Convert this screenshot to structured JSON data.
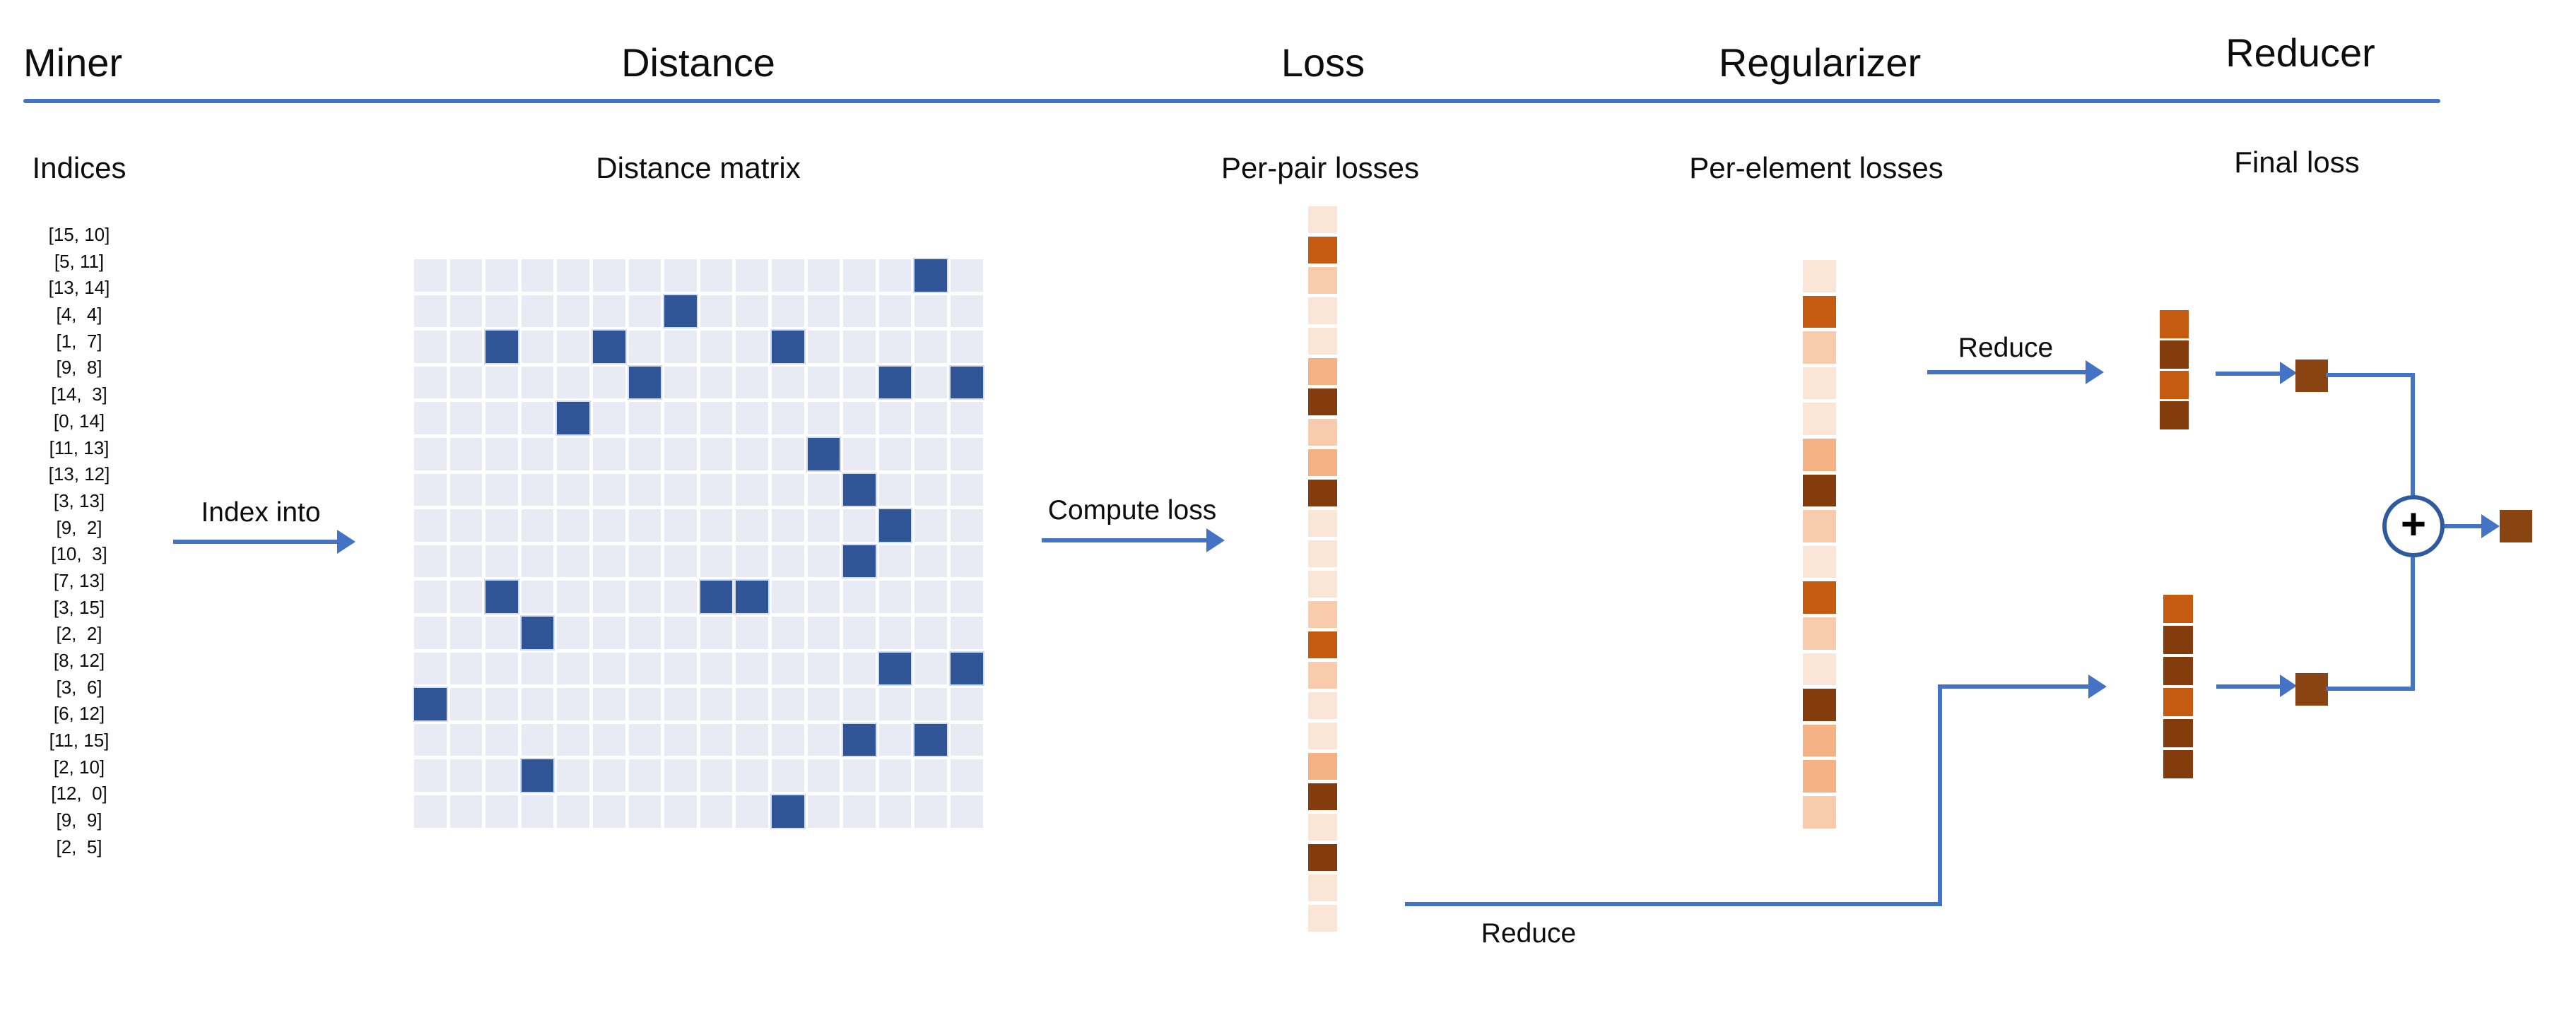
{
  "palette": {
    "blue_line": "#4472C4",
    "arrow": "#4472C4",
    "plus_circle_stroke": "#2E5B9E",
    "matrix_light": "#E9EBF4",
    "matrix_dark": "#2F5596",
    "square_brown": "#8A4412",
    "orange_levels": {
      "L0": "#FBE5D6",
      "L1": "#F8CBAD",
      "L2": "#F4B183",
      "L3": "#ED7D31",
      "L4": "#C55A11",
      "L5": "#843C0C"
    }
  },
  "header": {
    "sections": [
      "Miner",
      "Distance",
      "Loss",
      "Regularizer",
      "Reducer"
    ]
  },
  "miner": {
    "subtitle": "Indices",
    "indices": [
      "[15, 10]",
      "[5, 11]",
      "[13, 14]",
      "[4,  4]",
      "[1,  7]",
      "[9,  8]",
      "[14,  3]",
      "[0, 14]",
      "[11, 13]",
      "[13, 12]",
      "[3, 13]",
      "[9,  2]",
      "[10,  3]",
      "[7, 13]",
      "[3, 15]",
      "[2,  2]",
      "[8, 12]",
      "[3,  6]",
      "[6, 12]",
      "[11, 15]",
      "[2, 10]",
      "[12,  0]",
      "[9,  9]",
      "[2,  5]"
    ]
  },
  "distance": {
    "subtitle": "Distance matrix",
    "grid_size": 16,
    "dark_cells": [
      [
        15,
        10
      ],
      [
        5,
        11
      ],
      [
        13,
        14
      ],
      [
        4,
        4
      ],
      [
        1,
        7
      ],
      [
        9,
        8
      ],
      [
        14,
        3
      ],
      [
        0,
        14
      ],
      [
        11,
        13
      ],
      [
        13,
        12
      ],
      [
        3,
        13
      ],
      [
        9,
        2
      ],
      [
        10,
        3
      ],
      [
        7,
        13
      ],
      [
        3,
        15
      ],
      [
        2,
        2
      ],
      [
        8,
        12
      ],
      [
        3,
        6
      ],
      [
        6,
        12
      ],
      [
        11,
        15
      ],
      [
        2,
        10
      ],
      [
        12,
        0
      ],
      [
        9,
        9
      ],
      [
        2,
        5
      ]
    ]
  },
  "loss": {
    "subtitle": "Per-pair losses",
    "cells": [
      "L0",
      "L4",
      "L1",
      "L0",
      "L0",
      "L2",
      "L5",
      "L1",
      "L2",
      "L5",
      "L0",
      "L0",
      "L0",
      "L1",
      "L4",
      "L1",
      "L0",
      "L0",
      "L2",
      "L5",
      "L0",
      "L5",
      "L0",
      "L0"
    ]
  },
  "regularizer": {
    "subtitle": "Per-element losses",
    "cells": [
      "L0",
      "L4",
      "L1",
      "L0",
      "L0",
      "L2",
      "L5",
      "L1",
      "L0",
      "L4",
      "L1",
      "L0",
      "L5",
      "L2",
      "L2",
      "L1"
    ]
  },
  "reducer": {
    "subtitle": "Final loss",
    "top_strip": [
      "L4",
      "L5",
      "L4",
      "L5"
    ],
    "bottom_strip": [
      "L4",
      "L5",
      "L5",
      "L4",
      "L5",
      "L5"
    ],
    "plus_label": "+"
  },
  "labels": {
    "index_into": "Index into",
    "compute_loss": "Compute loss",
    "reduce_top": "Reduce",
    "reduce_bottom": "Reduce"
  }
}
